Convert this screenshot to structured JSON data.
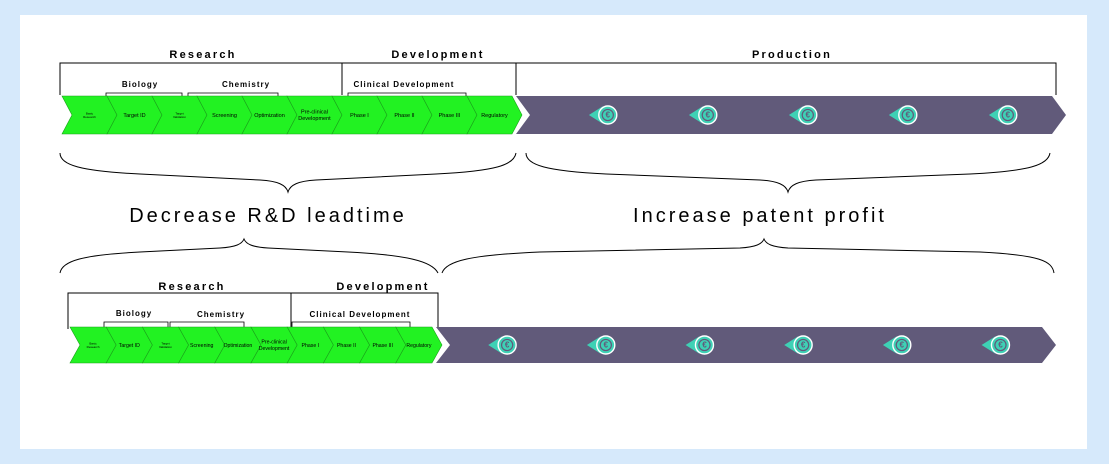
{
  "colors": {
    "step_fill": "#22f222",
    "step_stroke": "#1aa01a",
    "production_fill": "#615a7a",
    "coin_color": "#3ed1b5",
    "frame_background": "#d6e9fb"
  },
  "icons": [
    "euro-coin-icon"
  ],
  "top": {
    "headers": {
      "research": "Research",
      "development": "Development",
      "production": "Production"
    },
    "subheaders": {
      "biology": "Biology",
      "chemistry": "Chemistry",
      "clinical": "Clinical Development"
    },
    "steps": [
      "Basic Research",
      "Target ID",
      "Target Validation",
      "Screening",
      "Optimization",
      "Pre-clinical Development",
      "Phase I",
      "Phase II",
      "Phase III",
      "Regulatory"
    ],
    "coin_count": 5
  },
  "labels": {
    "left": "Decrease R&D leadtime",
    "right": "Increase patent profit"
  },
  "bottom": {
    "headers": {
      "research": "Research",
      "development": "Development"
    },
    "subheaders": {
      "biology": "Biology",
      "chemistry": "Chemistry",
      "clinical": "Clinical Development"
    },
    "steps": [
      "Basic Research",
      "Target ID",
      "Target Validation",
      "Screening",
      "Optimization",
      "Pre-clinical Development",
      "Phase I",
      "Phase II",
      "Phase III",
      "Regulatory"
    ],
    "coin_count": 6
  }
}
